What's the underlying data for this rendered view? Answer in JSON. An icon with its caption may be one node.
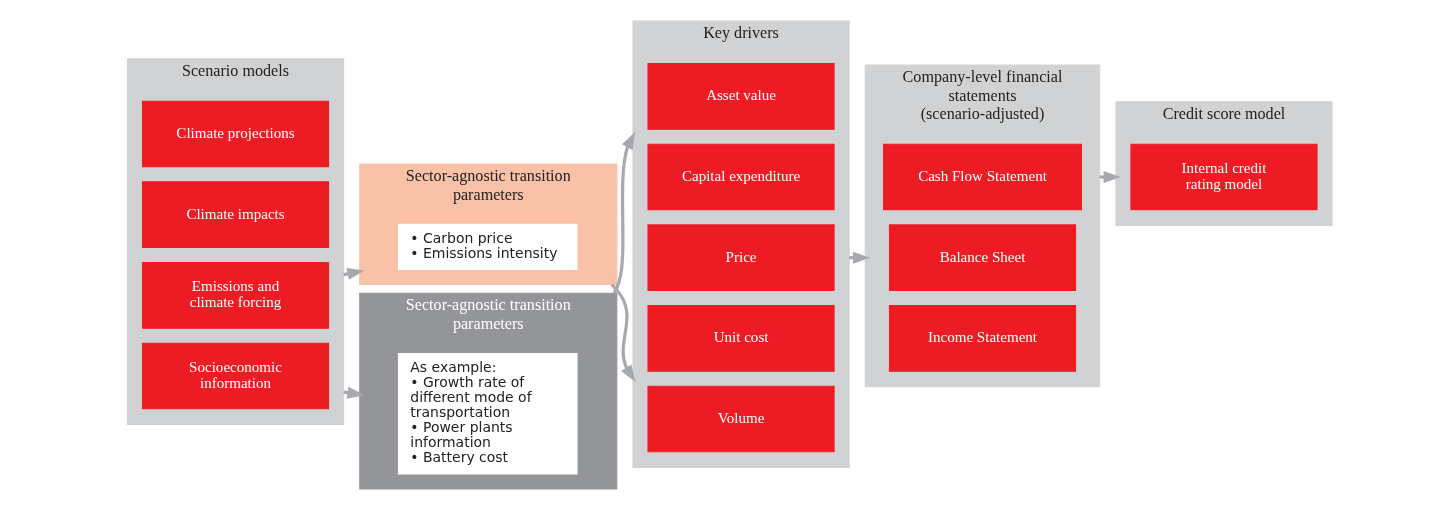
{
  "diagram": {
    "nodes": [
      {
        "text": [
          "Scenario models"
        ]
      },
      {
        "text": [
          "Emissions and climate forcing"
        ],
        "in": 0
      },
      {
        "text": [
          "Climate impacts"
        ],
        "in": 0
      },
      {
        "text": [
          "Climate projections"
        ],
        "in": 0
      },
      {
        "text": [
          "Socioeconomic information"
        ],
        "in": 0
      },
      {
        "text": [
          "Sector-agnostic transition parameters"
        ]
      },
      {
        "text": [
          "• Carbon price",
          "• Emissions intensity"
        ],
        "in": 5
      },
      {
        "text": [
          "Sector-agnostic transition parameters"
        ]
      },
      {
        "text": [
          "As example:",
          "• Growth rate of different mode of transportation",
          "• Power plants information",
          "• Battery cost"
        ],
        "in": 7
      },
      {
        "text": [
          "Key drivers"
        ]
      },
      {
        "text": [
          "Volume"
        ],
        "in": 9
      },
      {
        "text": [
          "Unit cost"
        ],
        "in": 9
      },
      {
        "text": [
          "Price"
        ],
        "in": 9
      },
      {
        "text": [
          "Capital expenditure"
        ],
        "in": 9
      },
      {
        "text": [
          "Asset value"
        ],
        "in": 9
      },
      {
        "text": [
          "Company-level financial statements (scenario-adjusted)"
        ]
      },
      {
        "text": [
          "Income Statement"
        ],
        "in": 15
      },
      {
        "text": [
          "Balance Sheet"
        ],
        "in": 15
      },
      {
        "text": [
          "Cash Flow Statement"
        ],
        "in": 15
      },
      {
        "text": [
          "Credit score model"
        ]
      },
      {
        "text": [
          "Internal credit rating model"
        ],
        "in": 19
      }
    ],
    "edges": [
      {
        "from": 0,
        "to": 5,
        "arrow": "to"
      },
      {
        "from": 0,
        "to": 7,
        "arrow": "to"
      },
      {
        "from": 5,
        "to": 9,
        "arrow": "to"
      },
      {
        "from": 7,
        "to": 9,
        "arrow": "to"
      },
      {
        "from": 9,
        "to": 15,
        "arrow": "to"
      },
      {
        "from": 15,
        "to": 19,
        "arrow": "to"
      }
    ]
  }
}
